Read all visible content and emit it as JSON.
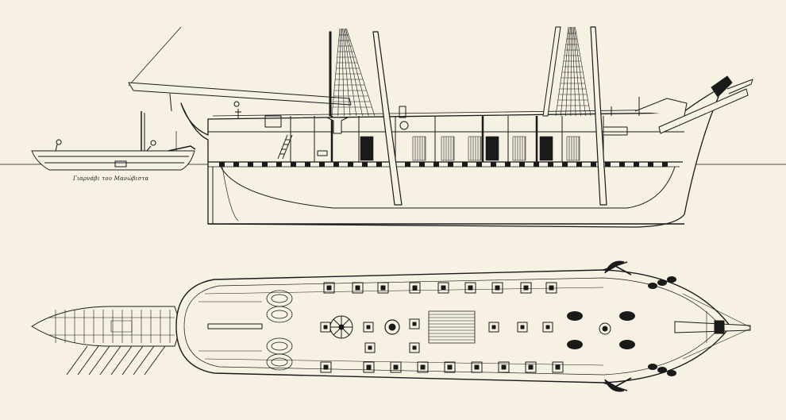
{
  "drawing": {
    "caption": "Γιαρνάβι του Μανώβιστα",
    "paper_color": "#f7f1e3",
    "ink_color": "#1a1a1a",
    "views": [
      {
        "name": "elevation",
        "content": "side elevation / cut-away of a two-masted brig with longboat alongside"
      },
      {
        "name": "deck-plan",
        "content": "plan view of the upper deck with gunports, hatches, capstan, anchors and boat"
      }
    ]
  }
}
